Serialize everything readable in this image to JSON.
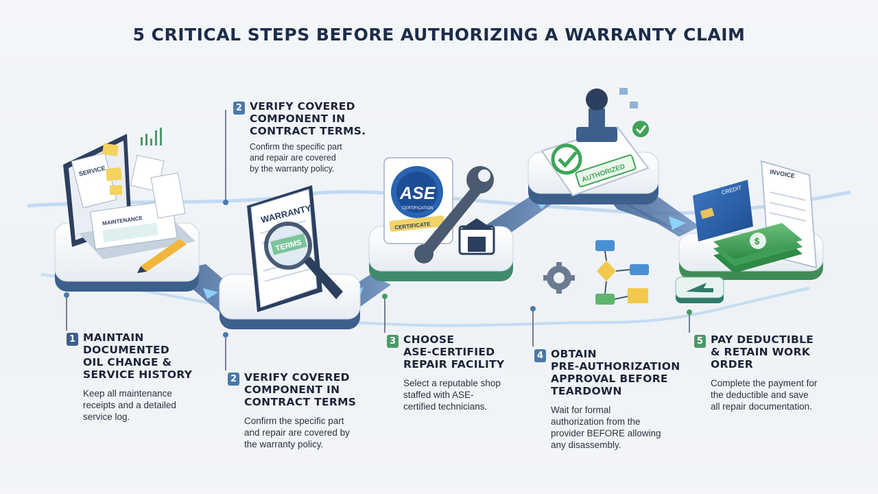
{
  "title": "5 CRITICAL STEPS BEFORE AUTHORIZING A WARRANTY CLAIM",
  "colors": {
    "navy": "#1c2d4a",
    "blue": "#4a79a8",
    "green": "#4c9a66",
    "path": "#6fa4dc",
    "platform": "#dfe6ee"
  },
  "steps": [
    {
      "num": "1",
      "heading": [
        "MAINTAIN",
        "DOCUMENTED",
        "OIL CHANGE &",
        "SERVICE HISTORY"
      ],
      "desc": [
        "Keep all maintenance",
        "receipts and a detailed",
        "service log."
      ]
    },
    {
      "num": "2",
      "heading": [
        "VERIFY COVERED",
        "COMPONENT IN",
        "CONTRACT TERMS"
      ],
      "desc": [
        "Confirm the specific part",
        "and repair are covered by",
        "the warranty policy."
      ]
    },
    {
      "num": "3",
      "heading": [
        "CHOOSE",
        "ASE-CERTIFIED",
        "REPAIR FACILITY"
      ],
      "desc": [
        "Select a reputable shop",
        "staffed with ASE-",
        "certified technicians."
      ]
    },
    {
      "num": "4",
      "heading": [
        "OBTAIN",
        "PRE-AUTHORIZATION",
        "APPROVAL BEFORE",
        "TEARDOWN"
      ],
      "desc": [
        "Wait for formal",
        "authorization from the",
        "provider BEFORE allowing",
        "any disassembly."
      ]
    },
    {
      "num": "5",
      "heading": [
        "PAY DEDUCTIBLE",
        "& RETAIN WORK",
        "ORDER"
      ],
      "desc": [
        "Complete the payment for",
        "the deductible and save",
        "all repair documentation."
      ]
    }
  ],
  "callout2": {
    "num": "2",
    "heading": [
      "VERIFY COVERED",
      "COMPONENT IN",
      "CONTRACT TERMS."
    ],
    "desc": [
      "Confirm the specific part",
      "and repair are covered",
      "by the warranty policy."
    ]
  },
  "icons": {
    "step1": "maintenance-log-laptop-icon",
    "step2": "warranty-terms-book-icon",
    "step3": "ase-certification-wrench-icon",
    "step4": "authorized-stamp-icon",
    "step4b": "workflow-gear-icon",
    "step5": "invoice-payment-icon"
  },
  "art": {
    "service_label": "SERVICE",
    "maintenance_label": "MAINTENANCE",
    "warranty_label": "WARRANTY",
    "terms_label": "TERMS",
    "ase_label": "ASE",
    "certification_label": "CERTIFICATION",
    "certificate_label": "CERTIFICATE",
    "authorized_label": "AUTHORIZED",
    "invoice_label": "INVOICE",
    "credit_label": "CREDIT"
  }
}
